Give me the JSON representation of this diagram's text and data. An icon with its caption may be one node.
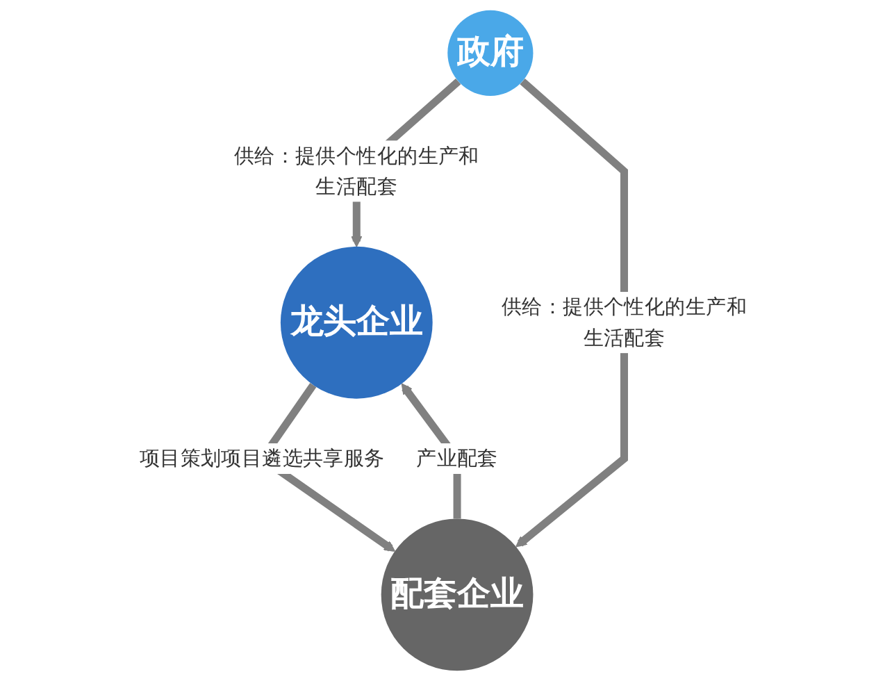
{
  "diagram": {
    "nodes": [
      {
        "text": [
          "龙头企业"
        ]
      },
      {
        "text": [
          "政府"
        ]
      },
      {
        "text": [
          "配套企业"
        ]
      }
    ],
    "edges": [
      {
        "from": 1,
        "to": 0,
        "arrow": "to",
        "label": "供给：提供个性化的生产和生活配套"
      },
      {
        "from": 0,
        "to": 2,
        "arrow": "to",
        "label": "项目策划项目遴选共享服务"
      },
      {
        "from": 2,
        "to": 0,
        "arrow": "to",
        "label": "产业配套"
      },
      {
        "from": 1,
        "to": 2,
        "arrow": "to",
        "label": "供给：提供个性化的生产和生活配套"
      }
    ]
  }
}
